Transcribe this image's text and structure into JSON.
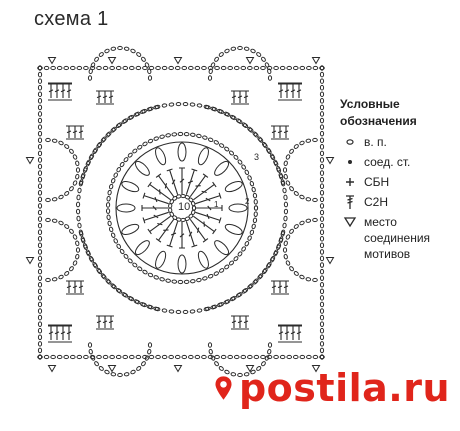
{
  "title": "схема 1",
  "center_label": "10",
  "round_labels": [
    "3",
    "1",
    "2"
  ],
  "legend": {
    "title_line1": "Условные",
    "title_line2": "обозначения",
    "items": [
      {
        "icon": "chain-stitch-icon",
        "lines": [
          "в. п."
        ]
      },
      {
        "icon": "slip-stitch-icon",
        "lines": [
          "соед. ст."
        ]
      },
      {
        "icon": "single-crochet-icon",
        "lines": [
          "СБН"
        ]
      },
      {
        "icon": "double-crochet-icon",
        "lines": [
          "С2Н"
        ]
      },
      {
        "icon": "join-point-icon",
        "lines": [
          "место",
          "соединения",
          "мотивов"
        ]
      }
    ]
  },
  "watermark": "postila.ru",
  "colors": {
    "ink": "#2b2b2b",
    "watermark": "#e0251b"
  }
}
